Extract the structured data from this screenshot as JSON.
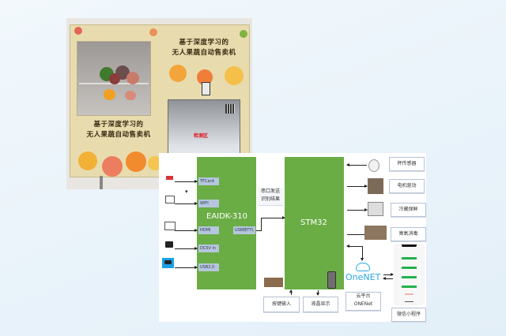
{
  "photo": {
    "poster_title_line1": "基于深度学习的",
    "poster_title_line2": "无人果蔬自动售卖机",
    "detection_area_label": "检测区"
  },
  "diagram": {
    "eaidk": {
      "title": "EAIDK-310",
      "ports": [
        "TFCard",
        "WIFI",
        "HDMI",
        "DC5V in",
        "USB2.0"
      ],
      "usb_ttl": "USB转TTL"
    },
    "serial_label_line1": "串口发送",
    "serial_label_line2": "识别结果",
    "stm32": {
      "title": "STM32"
    },
    "peripherals": [
      {
        "label": "秤传感器",
        "icon": "weight-sensor-icon"
      },
      {
        "label": "电机驱动",
        "icon": "motor-driver-icon"
      },
      {
        "label": "冷藏保鲜",
        "icon": "cooling-module-icon"
      },
      {
        "label": "臭氧消毒",
        "icon": "ozone-disinfector-icon"
      }
    ],
    "bottom": {
      "key_input": "按键输入",
      "lcd_display": "液晶显示",
      "cloud_line1": "云平台",
      "cloud_line2": "ONENet",
      "onenet_logo": "OneNET",
      "mini_program": "微信小程序"
    },
    "colors": {
      "block_green": "#6aad45",
      "port_blue": "#b6c6dc",
      "onenet_blue": "#2aa5e8"
    }
  }
}
